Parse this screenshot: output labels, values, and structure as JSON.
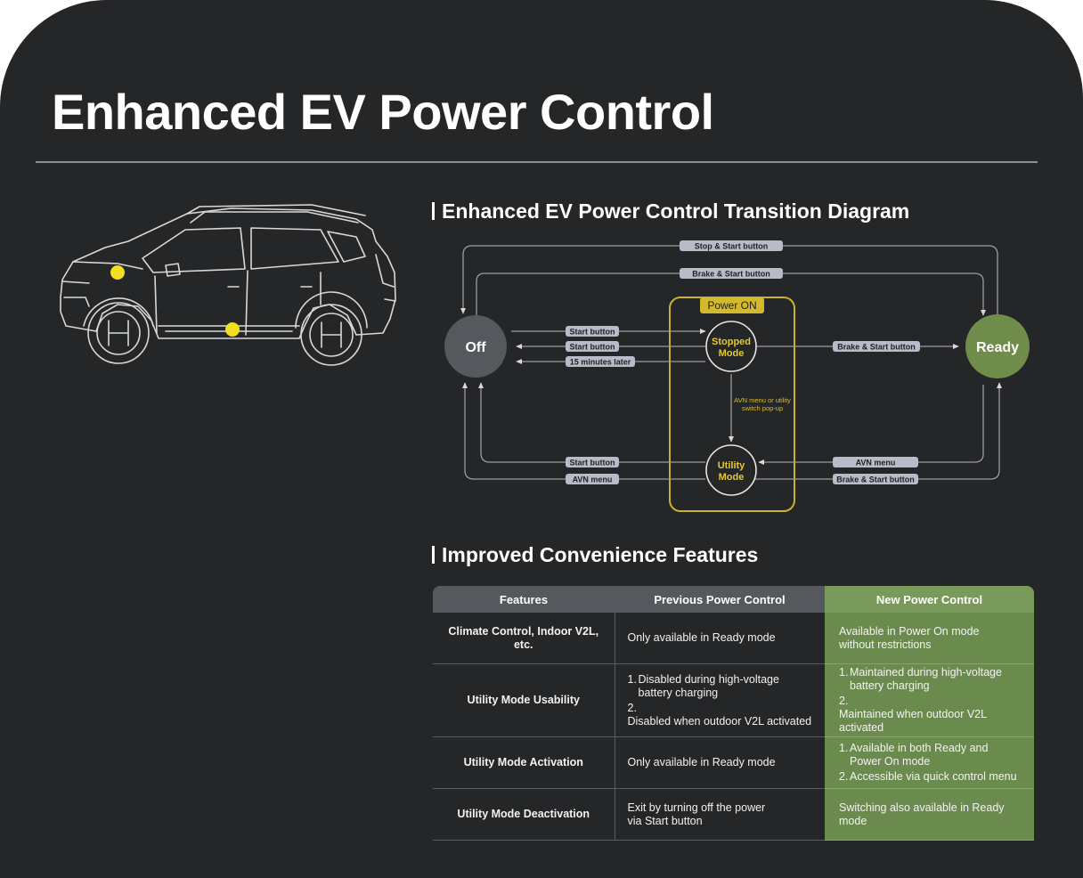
{
  "title": "Enhanced EV Power Control",
  "diagram_section": {
    "title": "Enhanced EV Power Control Transition Diagram",
    "power_on_label": "Power ON",
    "states": {
      "off": "Off",
      "ready": "Ready",
      "stopped": [
        "Stopped",
        "Mode"
      ],
      "utility": [
        "Utility",
        "Mode"
      ]
    },
    "edge_labels": {
      "stop_start": "Stop & Start button",
      "brake_start_top": "Brake & Start button",
      "start_button_1": "Start button",
      "start_button_2": "Start button",
      "fifteen_minutes": "15 minutes later",
      "brake_start_mid": "Brake & Start button",
      "avn_popup": [
        "AVN menu or utility",
        "switch pop-up"
      ],
      "start_button_3": "Start button",
      "avn_menu_left": "AVN menu",
      "avn_menu_right": "AVN menu",
      "brake_start_bottom": "Brake & Start button"
    },
    "colors": {
      "state_off": "#55585d",
      "state_ready": "#6f8c4a",
      "power_on_accent": "#c9b22e",
      "label_pill": "#b7bcc8"
    }
  },
  "features_section": {
    "title": "Improved Convenience Features",
    "headers": {
      "features": "Features",
      "previous": "Previous Power Control",
      "new": "New Power Control"
    },
    "rows": [
      {
        "feature": "Climate Control, Indoor V2L, etc.",
        "previous": "Only available in Ready mode",
        "new_lines": [
          "Available in Power On mode",
          "without restrictions"
        ]
      },
      {
        "feature": "Utility Mode Usability",
        "previous_items": [
          {
            "num": "1.",
            "lines": [
              "Disabled during high-voltage",
              "battery charging"
            ]
          },
          {
            "num": "2.",
            "lines": [
              "Disabled when outdoor V2L activated"
            ]
          }
        ],
        "new_items": [
          {
            "num": "1.",
            "lines": [
              "Maintained during high-voltage",
              "battery charging"
            ]
          },
          {
            "num": "2.",
            "lines": [
              "Maintained when outdoor V2L activated"
            ]
          }
        ]
      },
      {
        "feature": "Utility Mode Activation",
        "previous": "Only available in Ready mode",
        "new_items": [
          {
            "num": "1.",
            "lines": [
              "Available in both Ready and",
              "Power On mode"
            ]
          },
          {
            "num": "2.",
            "lines": [
              "Accessible via quick control menu"
            ]
          }
        ]
      },
      {
        "feature": "Utility Mode Deactivation",
        "previous_lines": [
          "Exit by turning off the power",
          "via Start button"
        ],
        "new": "Switching also available in Ready mode"
      }
    ],
    "colors": {
      "header_gray": "#55585d",
      "new_green": "#6b8b4e"
    }
  }
}
